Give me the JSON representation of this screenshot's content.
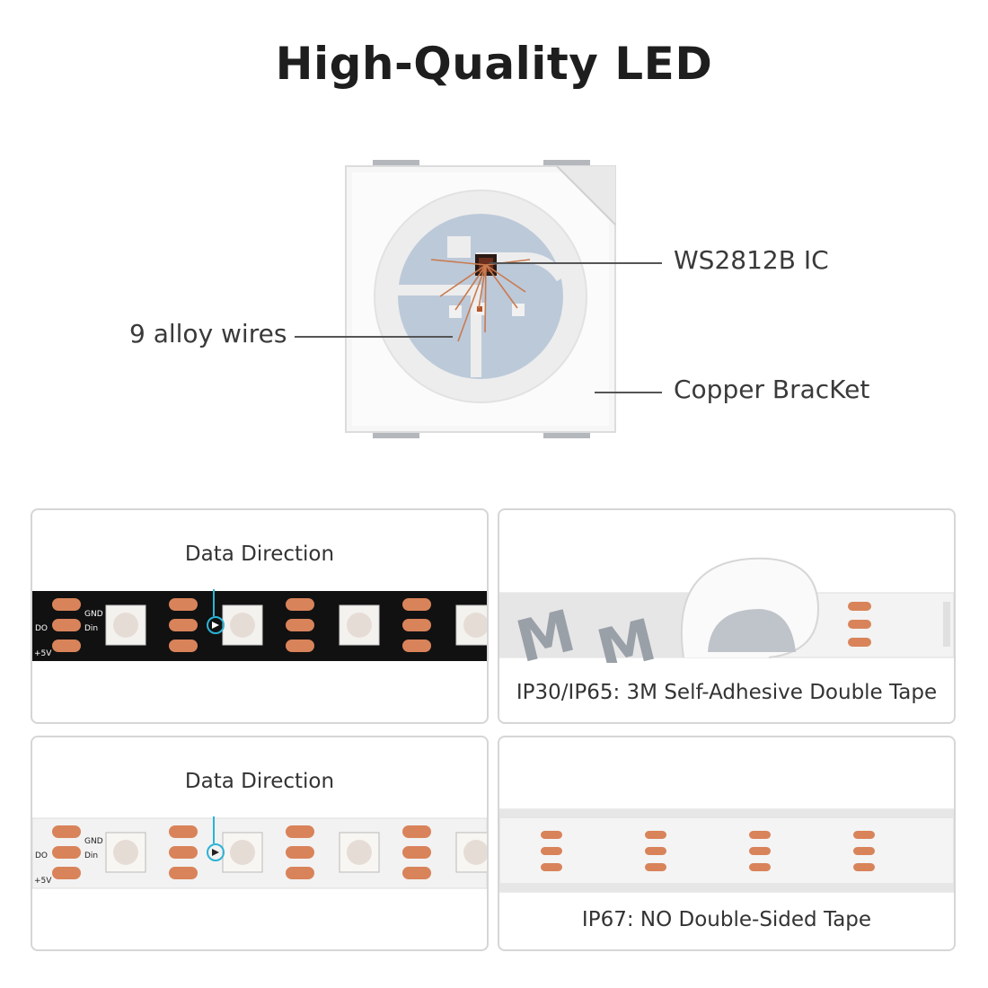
{
  "title": "High-Quality LED",
  "callouts": {
    "ic": "WS2812B IC",
    "wires": "9 alloy wires",
    "bracket": "Copper BracKet"
  },
  "panels": {
    "black_strip": {
      "label": "Data Direction"
    },
    "tape_adhesive": {
      "label": "IP30/IP65: 3M Self-Adhesive Double Tape",
      "tape_mark": "M"
    },
    "white_strip": {
      "label": "Data Direction"
    },
    "ip67": {
      "label": "IP67: NO Double-Sided Tape"
    }
  },
  "pcb_marks": {
    "gnd": "GND",
    "do": "DO",
    "din": "Din",
    "v5": "+5V"
  },
  "colors": {
    "copper_pad": "#d9835a",
    "black_pcb": "#111111",
    "white_pcb": "#f2f2f2",
    "data_arrow_circle": "#2bb3d6",
    "led_body": "#f4f2ee",
    "bracket_blue": "#b9c7d8"
  }
}
